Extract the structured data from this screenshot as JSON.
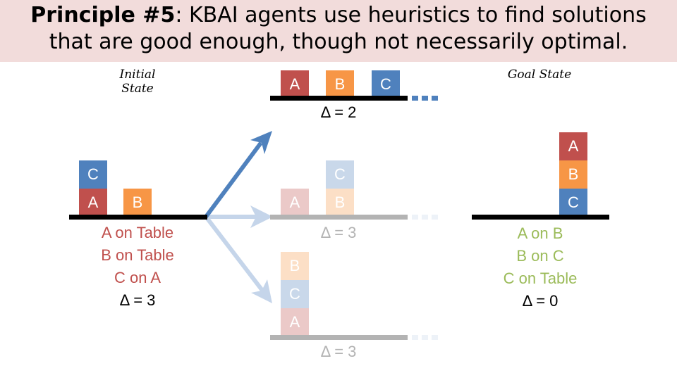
{
  "banner": {
    "bold": "Principle #5",
    "line1_rest": ": KBAI agents use heuristics to find solutions",
    "line2": "that are good enough, though not necessarily optimal."
  },
  "initial_state": {
    "label_line1": "Initial",
    "label_line2": "State",
    "blocks": [
      "C",
      "A",
      "B"
    ],
    "facts": [
      "A on Table",
      "B on Table",
      "C on A"
    ],
    "delta": "Δ = 3"
  },
  "candidate_top": {
    "blocks": [
      "A",
      "B",
      "C"
    ],
    "delta": "Δ = 2"
  },
  "candidate_middle": {
    "blocks": [
      "C",
      "A",
      "B"
    ],
    "delta": "Δ = 3"
  },
  "candidate_bottom": {
    "blocks": [
      "B",
      "C",
      "A"
    ],
    "delta": "Δ = 3"
  },
  "goal_state": {
    "label": "Goal State",
    "blocks": [
      "A",
      "B",
      "C"
    ],
    "facts": [
      "A on B",
      "B on C",
      "C on Table"
    ],
    "delta": "Δ = 0"
  },
  "colors": {
    "red": "#c0504d",
    "orange": "#f79646",
    "blue": "#4f81bd",
    "green": "#9bbb59",
    "banner": "#f2dcdb"
  }
}
